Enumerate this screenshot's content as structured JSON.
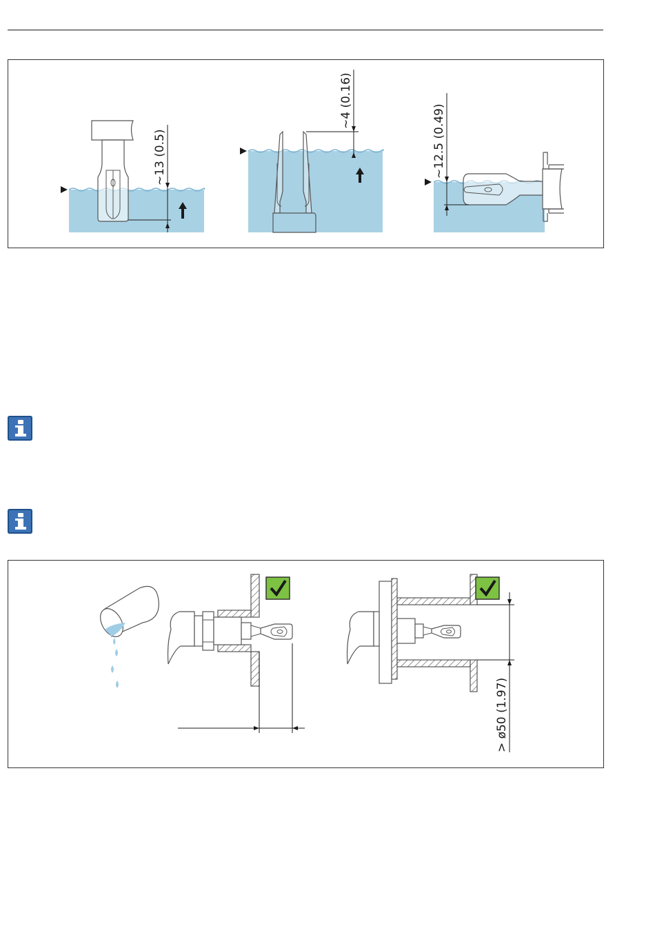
{
  "figure_1": {
    "dimension_labels": [
      "~13 (0.5)",
      "~4 (0.16)",
      "~12.5 (0.49)"
    ]
  },
  "figure_2": {
    "dimension_label": "> ø50 (1.97)"
  },
  "colors": {
    "liquid": "#a9d1e4",
    "checkmark_bg": "#7dc242",
    "info_icon": "#3d73b6",
    "drop": "#9fcde6"
  },
  "icons": [
    "info-icon",
    "info-icon",
    "checkmark-icon",
    "checkmark-icon",
    "arrow-up-icon",
    "pointer-triangle-icon"
  ]
}
